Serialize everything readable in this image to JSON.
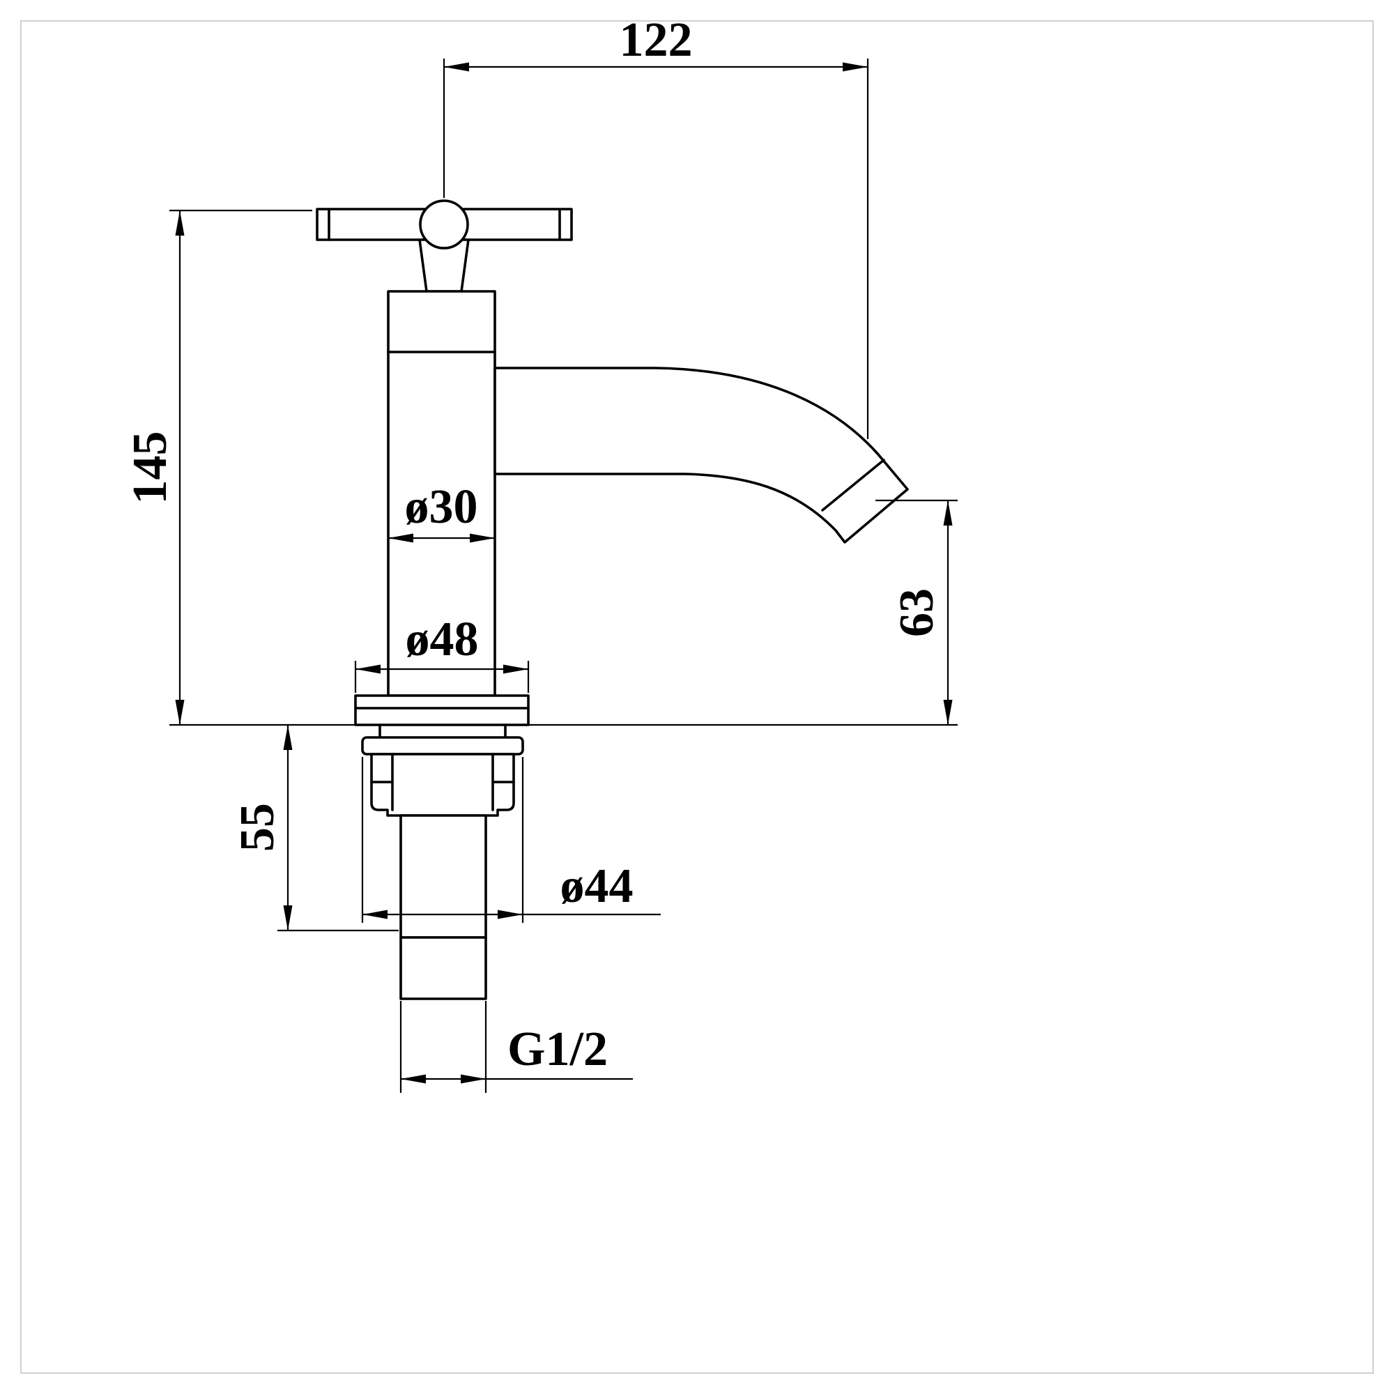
{
  "dimensions": {
    "handle_to_spout_width": "122",
    "overall_height": "145",
    "body_diameter": "ø30",
    "base_diameter": "ø48",
    "spout_outlet_height": "63",
    "shank_length": "55",
    "washer_diameter": "ø44",
    "thread_size": "G1/2"
  }
}
